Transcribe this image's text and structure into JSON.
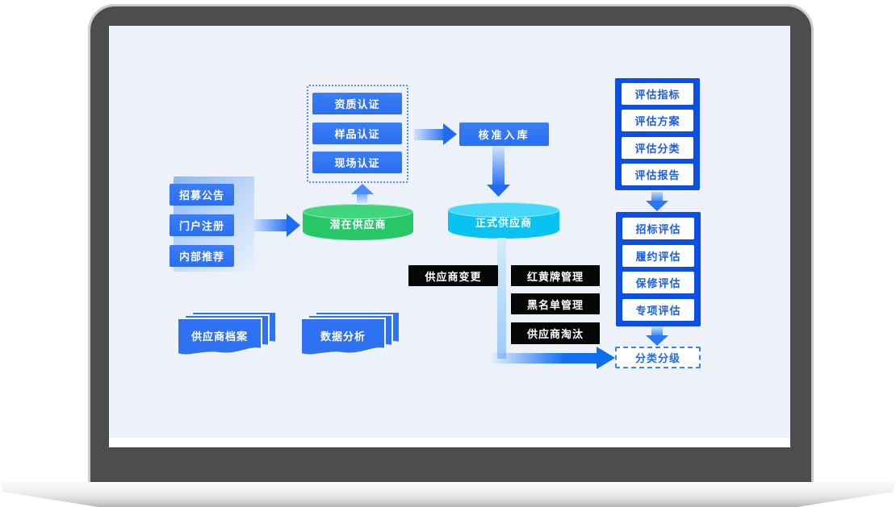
{
  "palette": {
    "node_blue": "#2e72f2",
    "container_blue": "#0b4fe4",
    "arrow_blue": "#1d6cf2",
    "dashed_border_blue": "#4a8ef5",
    "inner_text_blue": "#1b5ce8",
    "green_db": "#27c768",
    "cyan_db": "#0ac2f0",
    "black_box": "#060606",
    "screen_bg": "#edf2fa",
    "frame_gray": "#4d4d4d"
  },
  "diagram": {
    "sources": {
      "items": [
        "招募公告",
        "门户注册",
        "内部推荐"
      ]
    },
    "certifications": {
      "items": [
        "资质认证",
        "样品认证",
        "现场认证"
      ]
    },
    "approval": {
      "label": "核准入库"
    },
    "potential_db": {
      "label": "潜在供应商"
    },
    "official_db": {
      "label": "正式供应商"
    },
    "supplier_change": {
      "label": "供应商变更"
    },
    "discipline": {
      "items": [
        "红黄牌管理",
        "黑名单管理",
        "供应商淘汰"
      ]
    },
    "evaluation_setup": {
      "items": [
        "评估指标",
        "评估方案",
        "评估分类",
        "评估报告"
      ]
    },
    "evaluation_types": {
      "items": [
        "招标评估",
        "履约评估",
        "保修评估",
        "专项评估"
      ]
    },
    "grading": {
      "label": "分类分级"
    },
    "documents": {
      "items": [
        "供应商档案",
        "数据分析"
      ]
    }
  }
}
